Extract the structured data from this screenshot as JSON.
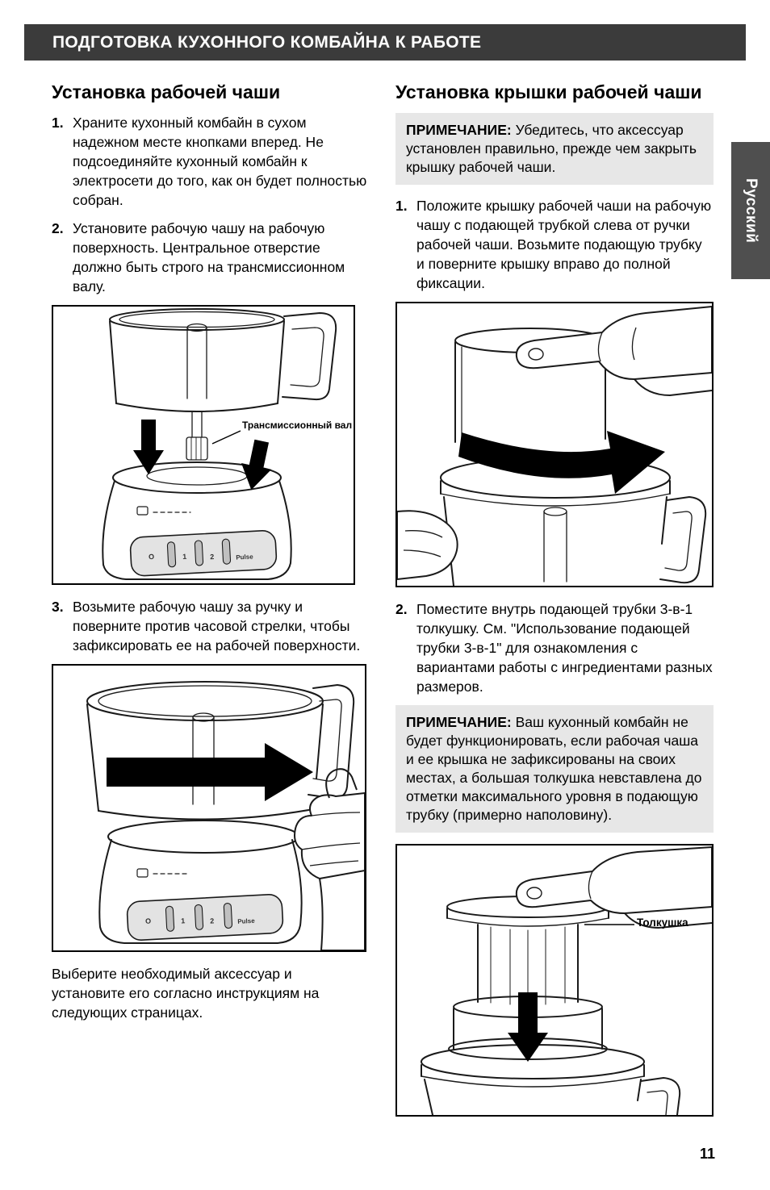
{
  "header": {
    "title": "ПОДГОТОВКА КУХОННОГО КОМБАЙНА К РАБОТЕ"
  },
  "side_tab": {
    "label": "Русский"
  },
  "page_number": "11",
  "left": {
    "heading": "Установка рабочей чаши",
    "steps": [
      {
        "num": "1.",
        "text": "Храните кухонный комбайн в сухом надежном месте кнопками вперед. Не подсоединяйте кухонный комбайн к электросети до того, как он будет полностью собран."
      },
      {
        "num": "2.",
        "text": "Установите рабочую чашу на рабочую поверхность. Центральное отверстие должно быть строго на трансмиссионном валу."
      },
      {
        "num": "3.",
        "text": "Возьмите рабочую чашу за ручку и поверните против часовой стрелки, чтобы зафиксировать ее на рабочей поверхности."
      }
    ],
    "closing": "Выберите необходимый аксессуар и установите его согласно инструкциям на следующих страницах."
  },
  "right": {
    "heading": "Установка крышки рабочей чаши",
    "note1_label": "ПРИМЕЧАНИЕ:",
    "note1_text": " Убедитесь, что аксессуар установлен правильно, прежде чем закрыть крышку рабочей чаши.",
    "steps": [
      {
        "num": "1.",
        "text": "Положите крышку рабочей чаши на рабочую чашу с подающей трубкой слева от ручки рабочей чаши. Возьмите подающую трубку и поверните крышку вправо до полной фиксации."
      },
      {
        "num": "2.",
        "text": "Поместите внутрь подающей трубки 3-в-1 толкушку. См. \"Использование подающей трубки 3-в-1\" для ознакомления с вариантами работы с ингредиентами разных размеров."
      }
    ],
    "note2_label": "ПРИМЕЧАНИЕ:",
    "note2_text": " Ваш кухонный комбайн не будет функционировать, если рабочая чаша и ее крышка не зафиксированы на своих местах, а большая толкушка невставлена до отметки максимального уровня в подающую трубку (примерно наполовину)."
  },
  "figures": {
    "fig1_label": "Трансмиссионный вал",
    "fig4_label": "Толкушка",
    "controls": [
      "O",
      "1",
      "2",
      "Pulse"
    ]
  }
}
